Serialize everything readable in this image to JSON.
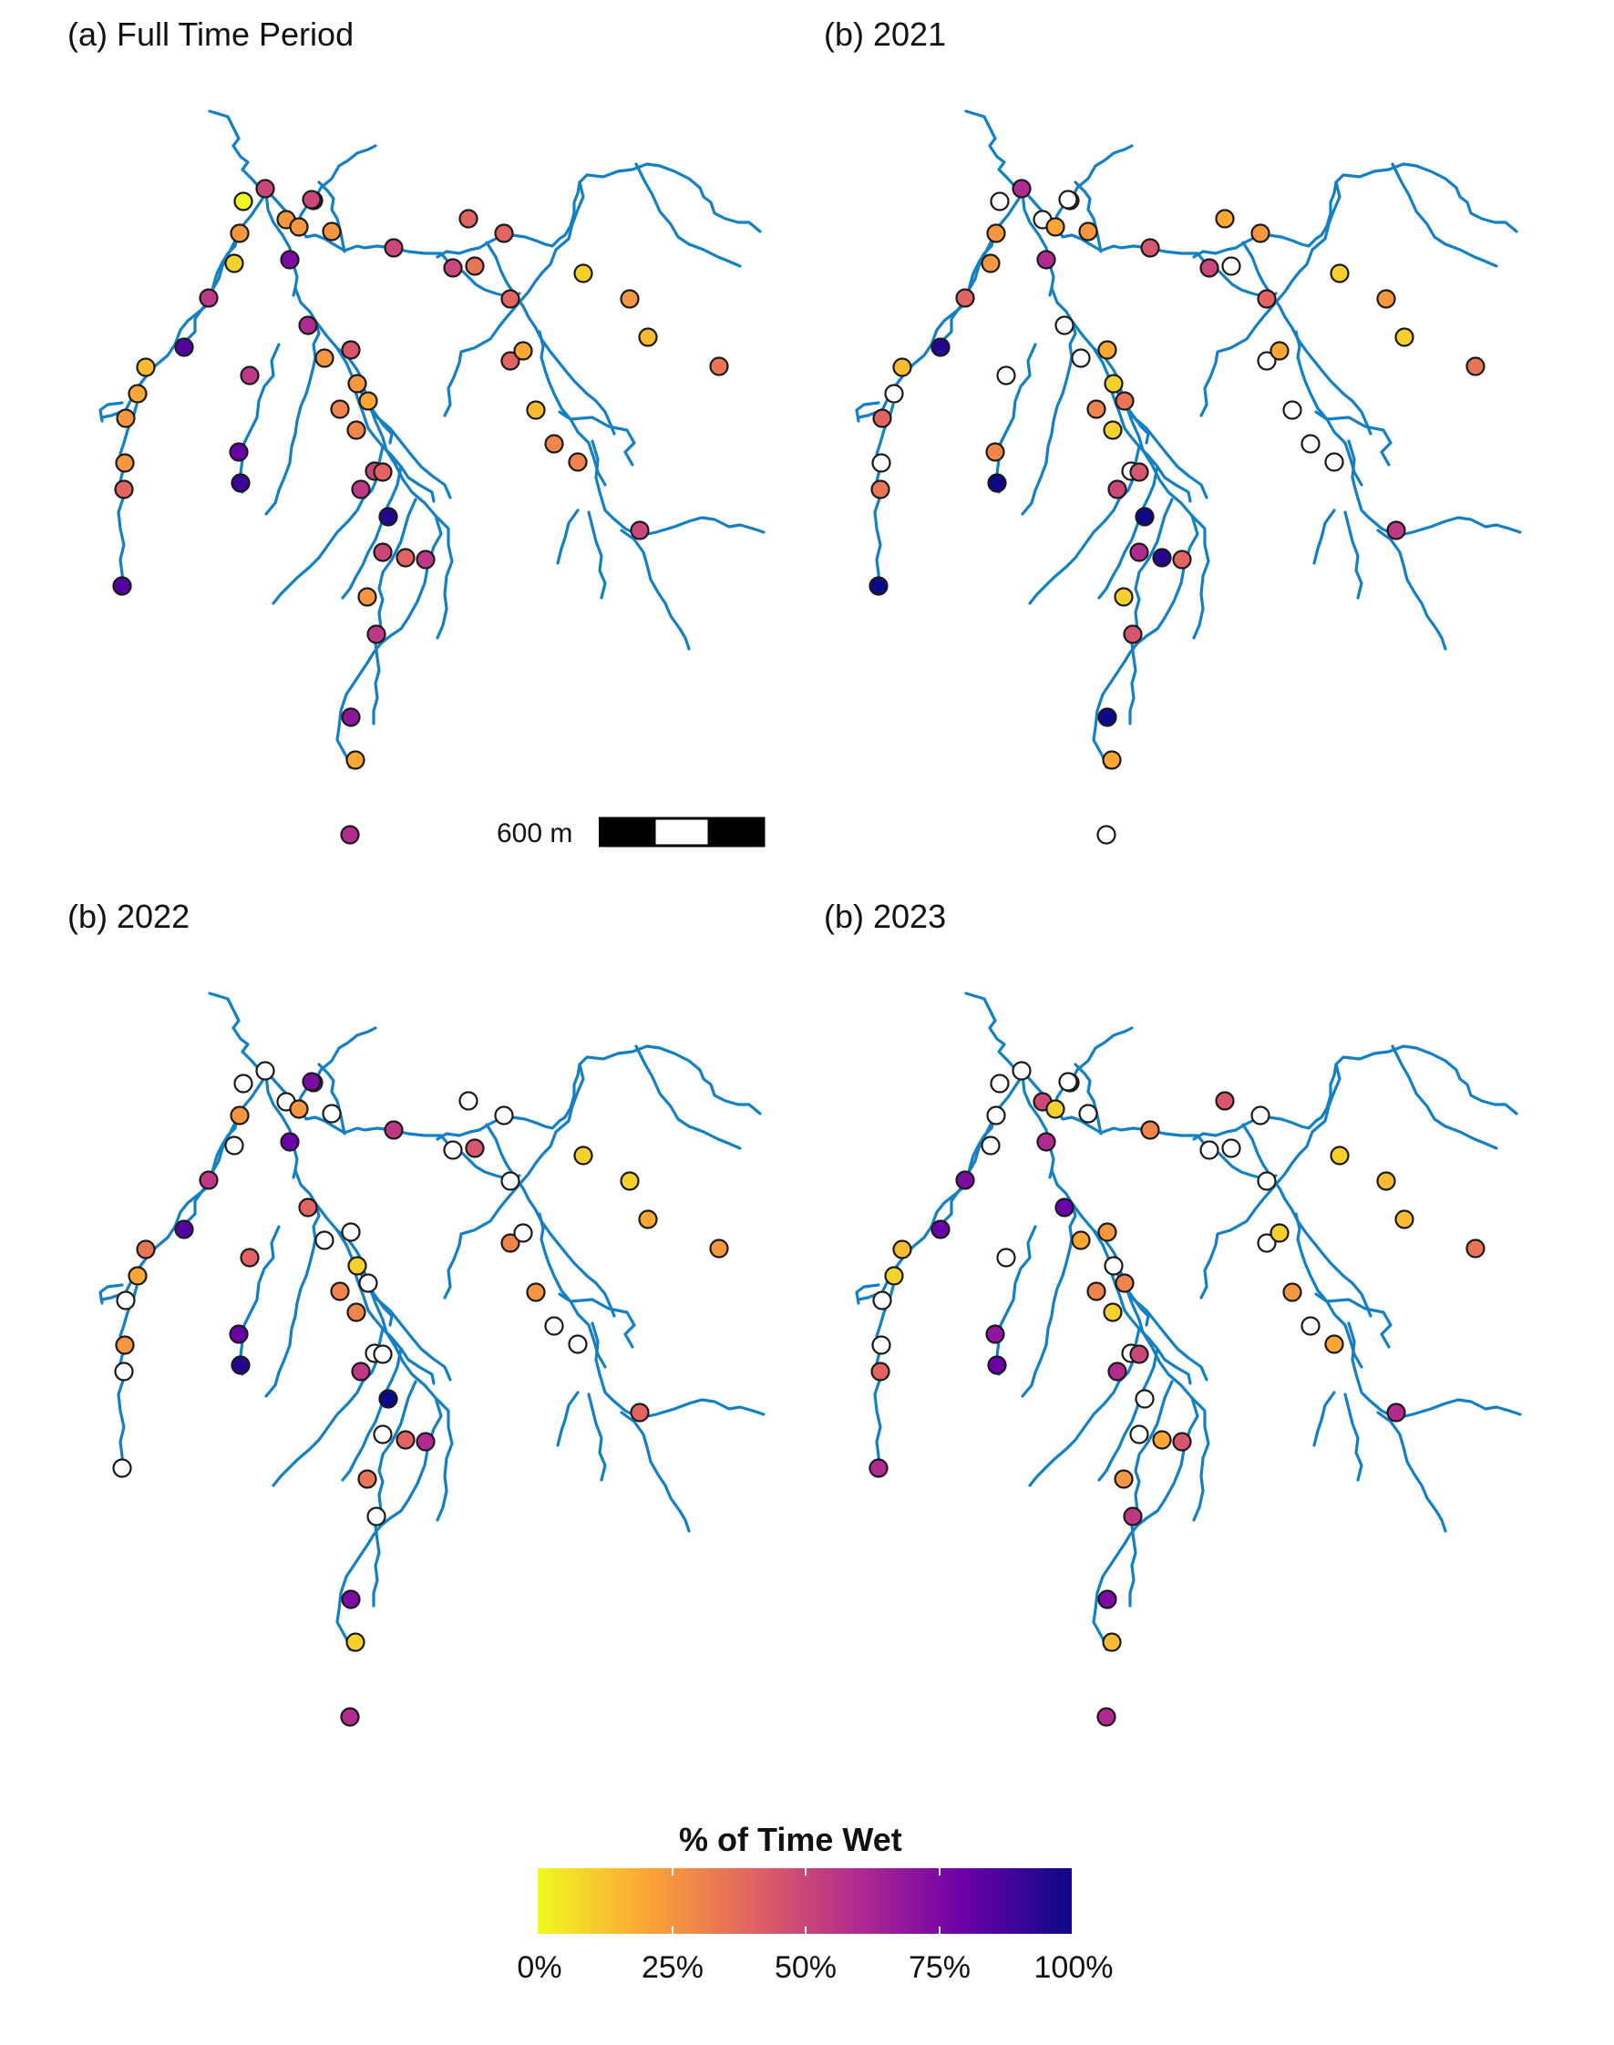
{
  "panels": [
    {
      "title": "(a) Full Time Period",
      "values": [
        0,
        50,
        60,
        25,
        25,
        25,
        25,
        50,
        40,
        50,
        50,
        10,
        75,
        55,
        60,
        85,
        15,
        20,
        25,
        25,
        40,
        85,
        55,
        90,
        80,
        30,
        50,
        45,
        25,
        25,
        20,
        30,
        55,
        95,
        40,
        50,
        55,
        55,
        70,
        20,
        60,
        40,
        35,
        40,
        20,
        15,
        30,
        10,
        25,
        15,
        30,
        50,
        35,
        40,
        40,
        25
      ]
    },
    {
      "title": "(b) 2021",
      "values": [
        null,
        60,
        null,
        25,
        null,
        20,
        25,
        45,
        20,
        50,
        null,
        25,
        60,
        40,
        null,
        95,
        15,
        null,
        40,
        null,
        35,
        100,
        null,
        100,
        30,
        30,
        null,
        20,
        null,
        10,
        35,
        10,
        50,
        100,
        95,
        60,
        40,
        45,
        100,
        20,
        null,
        25,
        null,
        null,
        20,
        null,
        null,
        10,
        25,
        10,
        null,
        55,
        35,
        40,
        45,
        10
      ]
    },
    {
      "title": "(b) 2022",
      "values": [
        null,
        null,
        null,
        25,
        null,
        25,
        null,
        55,
        null,
        null,
        75,
        null,
        80,
        55,
        40,
        85,
        35,
        20,
        null,
        25,
        null,
        null,
        40,
        95,
        80,
        30,
        null,
        null,
        null,
        10,
        null,
        30,
        55,
        100,
        40,
        null,
        60,
        null,
        75,
        10,
        60,
        null,
        45,
        30,
        null,
        25,
        null,
        10,
        10,
        20,
        null,
        40,
        25,
        null,
        null,
        35
      ]
    },
    {
      "title": "(b) 2023",
      "values": [
        null,
        null,
        45,
        null,
        50,
        10,
        null,
        30,
        45,
        null,
        null,
        null,
        60,
        75,
        80,
        80,
        15,
        10,
        null,
        null,
        40,
        60,
        null,
        80,
        70,
        30,
        null,
        25,
        20,
        null,
        30,
        10,
        60,
        null,
        20,
        null,
        45,
        55,
        75,
        15,
        60,
        null,
        null,
        null,
        10,
        25,
        null,
        10,
        15,
        15,
        20,
        60,
        35,
        null,
        50,
        25
      ]
    }
  ],
  "scale_bar": {
    "label": "600 m"
  },
  "legend": {
    "title": "% of Time Wet",
    "ticks": [
      "0%",
      "25%",
      "50%",
      "75%",
      "100%"
    ],
    "colors": [
      "#f0f921",
      "#fca636",
      "#e16462",
      "#b12a90",
      "#6a00a8",
      "#0d0887"
    ]
  },
  "style": {
    "stream_color": "#1480c4",
    "dry_fill": "#ffffff",
    "outline": "#1a1a1a"
  }
}
